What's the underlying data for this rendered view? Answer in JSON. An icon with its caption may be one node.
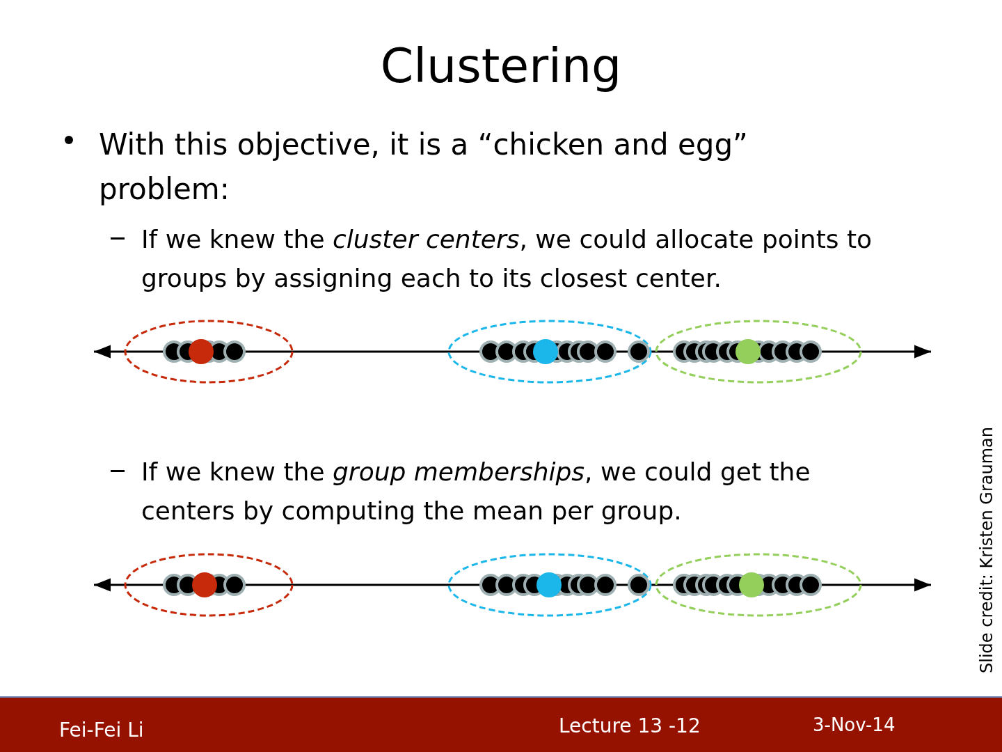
{
  "diagram": {
    "title": "Clustering",
    "labels": [
      "With this objective, it is a “chicken and egg” problem:",
      "If we knew the *cluster centers*, we could allocate points to groups by assigning each to its closest center.",
      "If we knew the *group memberships*, we could get the centers by computing the mean per group.",
      "Slide credit: Kristen Grauman",
      "Fei-Fei Li",
      "Lecture 13 -12",
      "3-Nov-14"
    ]
  }
}
